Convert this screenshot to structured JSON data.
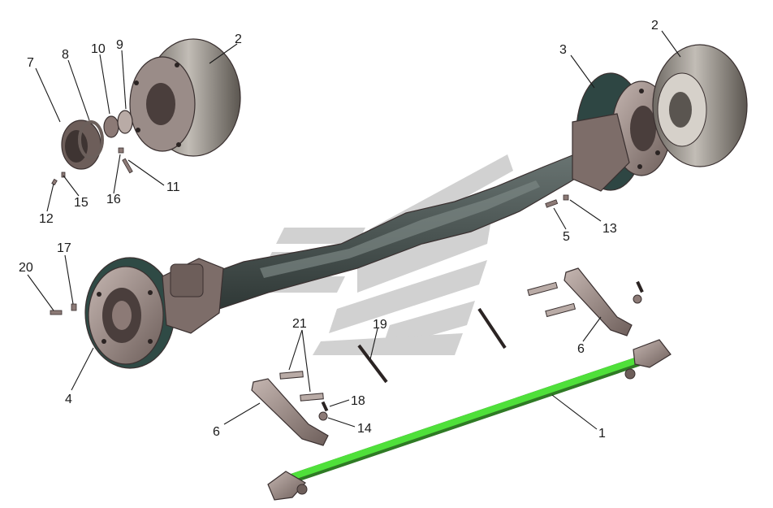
{
  "colors": {
    "background": "#ffffff",
    "part_metal": "#8c7a76",
    "part_dark": "#4a3e3c",
    "part_light": "#b9aba6",
    "drum_body": "#a8a39c",
    "drum_dark": "#5a5550",
    "beam": "#3f4a48",
    "highlight_green": "#4fe03a",
    "watermark": "#c9c9c9",
    "label": "#1a1a1a"
  },
  "callouts": [
    {
      "id": "c2a",
      "text": "2"
    },
    {
      "id": "c2b",
      "text": "2"
    },
    {
      "id": "c3",
      "text": "3"
    },
    {
      "id": "c7",
      "text": "7"
    },
    {
      "id": "c8",
      "text": "8"
    },
    {
      "id": "c10",
      "text": "10"
    },
    {
      "id": "c9",
      "text": "9"
    },
    {
      "id": "c11",
      "text": "11"
    },
    {
      "id": "c16",
      "text": "16"
    },
    {
      "id": "c12",
      "text": "12"
    },
    {
      "id": "c15",
      "text": "15"
    },
    {
      "id": "c5",
      "text": "5"
    },
    {
      "id": "c13",
      "text": "13"
    },
    {
      "id": "c20",
      "text": "20"
    },
    {
      "id": "c17",
      "text": "17"
    },
    {
      "id": "c4",
      "text": "4"
    },
    {
      "id": "c21",
      "text": "21"
    },
    {
      "id": "c19",
      "text": "19"
    },
    {
      "id": "c18",
      "text": "18"
    },
    {
      "id": "c14",
      "text": "14"
    },
    {
      "id": "c6a",
      "text": "6"
    },
    {
      "id": "c6b",
      "text": "6"
    },
    {
      "id": "c1",
      "text": "1"
    }
  ]
}
